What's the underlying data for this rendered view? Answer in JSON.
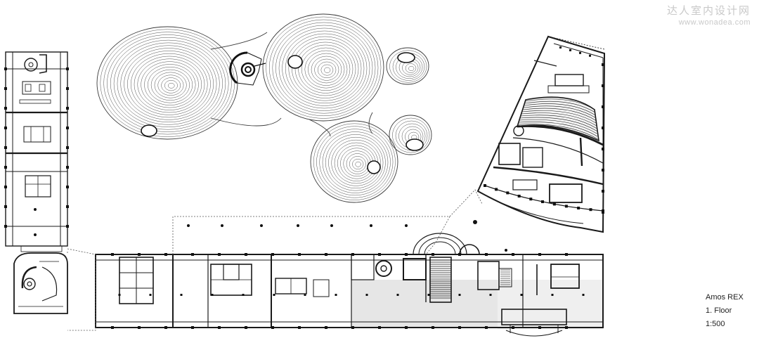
{
  "watermark": {
    "site_name": "达人室内设计网",
    "url": "www.wonadea.com"
  },
  "caption": {
    "project": "Amos REX",
    "floor": "1. Floor",
    "scale": "1:500"
  },
  "colors": {
    "line": "#1a1a1a",
    "thin": "#3a3a3a",
    "hatch": "#e6e6e6",
    "watermark": "#c9c9c9"
  }
}
